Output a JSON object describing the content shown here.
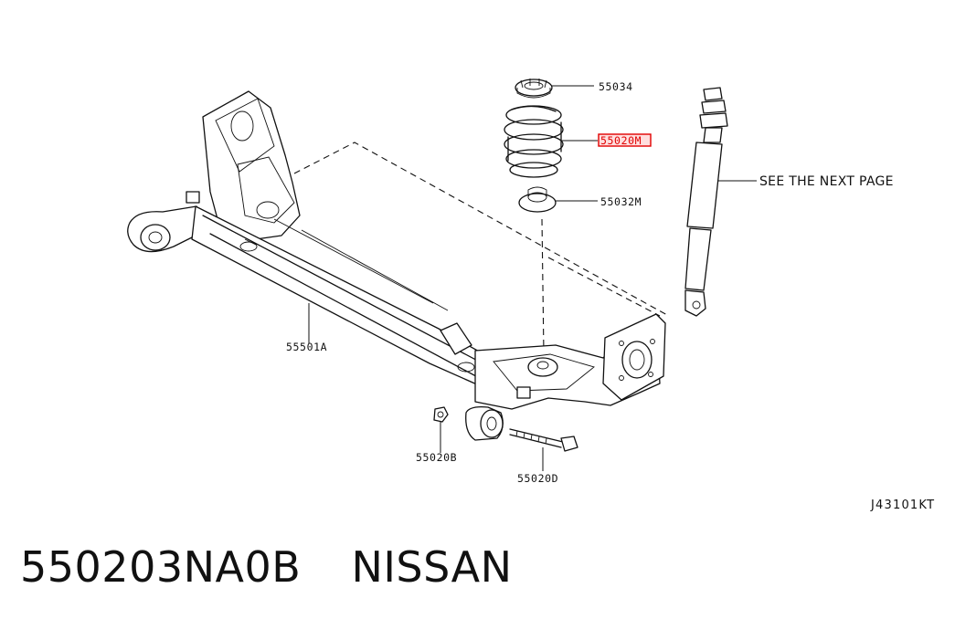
{
  "callouts": {
    "spring_seat_upper": "55034",
    "coil_spring": "55020M",
    "spring_seat_lower": "55032M",
    "see_next_page": "SEE THE NEXT PAGE",
    "axle_beam": "55501A",
    "nut": "55020B",
    "bolt": "55020D"
  },
  "diagram_code": "J43101KT",
  "footer": {
    "part_number": "550203NA0B",
    "brand": "NISSAN"
  },
  "colors": {
    "highlight_border": "#e00000",
    "highlight_text": "#e00000",
    "ink": "#111111"
  }
}
